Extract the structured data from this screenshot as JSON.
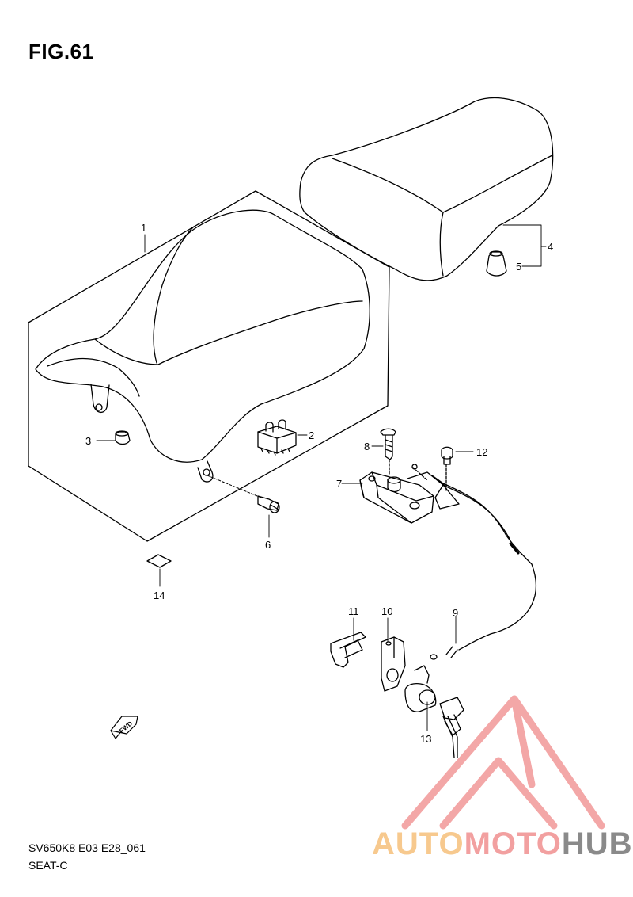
{
  "figure": {
    "title": "FIG.61",
    "code": "SV650K8 E03 E28_061",
    "name": "SEAT-C"
  },
  "callouts": [
    {
      "id": "c1",
      "label": "1"
    },
    {
      "id": "c2",
      "label": "2"
    },
    {
      "id": "c3",
      "label": "3"
    },
    {
      "id": "c4",
      "label": "4"
    },
    {
      "id": "c5",
      "label": "5"
    },
    {
      "id": "c6",
      "label": "6"
    },
    {
      "id": "c7",
      "label": "7"
    },
    {
      "id": "c8",
      "label": "8"
    },
    {
      "id": "c9",
      "label": "9"
    },
    {
      "id": "c10",
      "label": "10"
    },
    {
      "id": "c11",
      "label": "11"
    },
    {
      "id": "c12",
      "label": "12"
    },
    {
      "id": "c13",
      "label": "13"
    },
    {
      "id": "c14",
      "label": "14"
    }
  ],
  "fwd_marker": {
    "label": "FWD"
  },
  "watermark": {
    "part_a": "AUTO",
    "part_b": "MOTO",
    "part_c": "HUB",
    "colors": {
      "triangle": "#f08a8a",
      "auto": "#f7c98e",
      "moto": "#f2a0a0",
      "hub": "#8a8a8a"
    }
  }
}
